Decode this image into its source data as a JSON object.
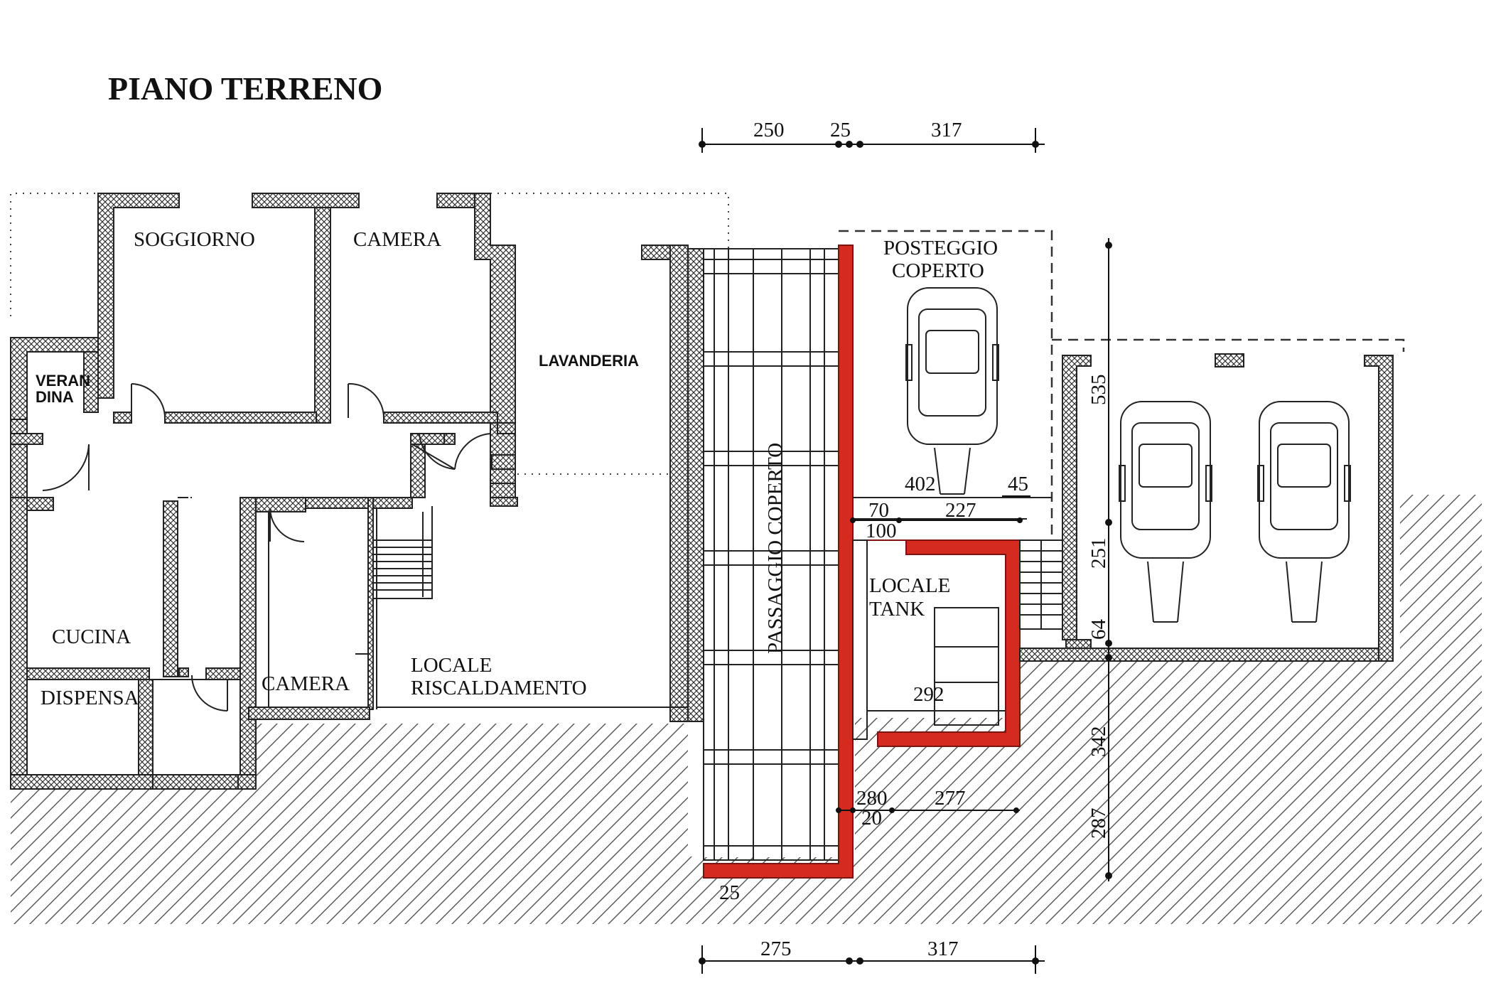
{
  "title": "PIANO TERRENO",
  "rooms": {
    "soggiorno": "SOGGIORNO",
    "camera_top": "CAMERA",
    "veranda_line1": "VERAN",
    "veranda_line2": "DINA",
    "lavanderia": "LAVANDERIA",
    "cucina": "CUCINA",
    "dispensa": "DISPENSA",
    "camera_bottom": "CAMERA",
    "riscaldamento_line1": "LOCALE",
    "riscaldamento_line2": "RISCALDAMENTO",
    "passaggio": "PASSAGGIO COPERTO",
    "posteggio_line1": "POSTEGGIO",
    "posteggio_line2": "COPERTO",
    "tank_line1": "LOCALE",
    "tank_line2": "TANK"
  },
  "dimensions": {
    "top_250": "250",
    "top_25": "25",
    "top_317": "317",
    "d_402": "402",
    "d_45": "45",
    "d_70": "70",
    "d_227": "227",
    "d_100": "100",
    "d_292": "292",
    "d_280": "280",
    "d_277": "277",
    "d_20": "20",
    "d_25_bottom": "25",
    "v_535": "535",
    "v_251": "251",
    "v_64": "64",
    "v_342": "342",
    "v_287": "287",
    "bottom_275": "275",
    "bottom_317": "317"
  },
  "colors": {
    "new_wall": "#d42a1f",
    "wall_outline": "#222222"
  }
}
